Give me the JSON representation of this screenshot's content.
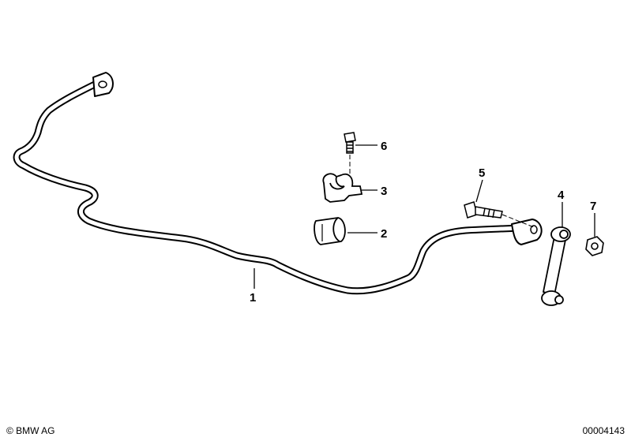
{
  "callouts": {
    "bar": "1",
    "rubber_mount": "2",
    "bracket": "3",
    "link": "4",
    "bolt_link": "5",
    "bolt_bracket": "6",
    "nut": "7"
  },
  "footer": {
    "copyright": "© BMW AG",
    "doc_number": "00004143"
  }
}
